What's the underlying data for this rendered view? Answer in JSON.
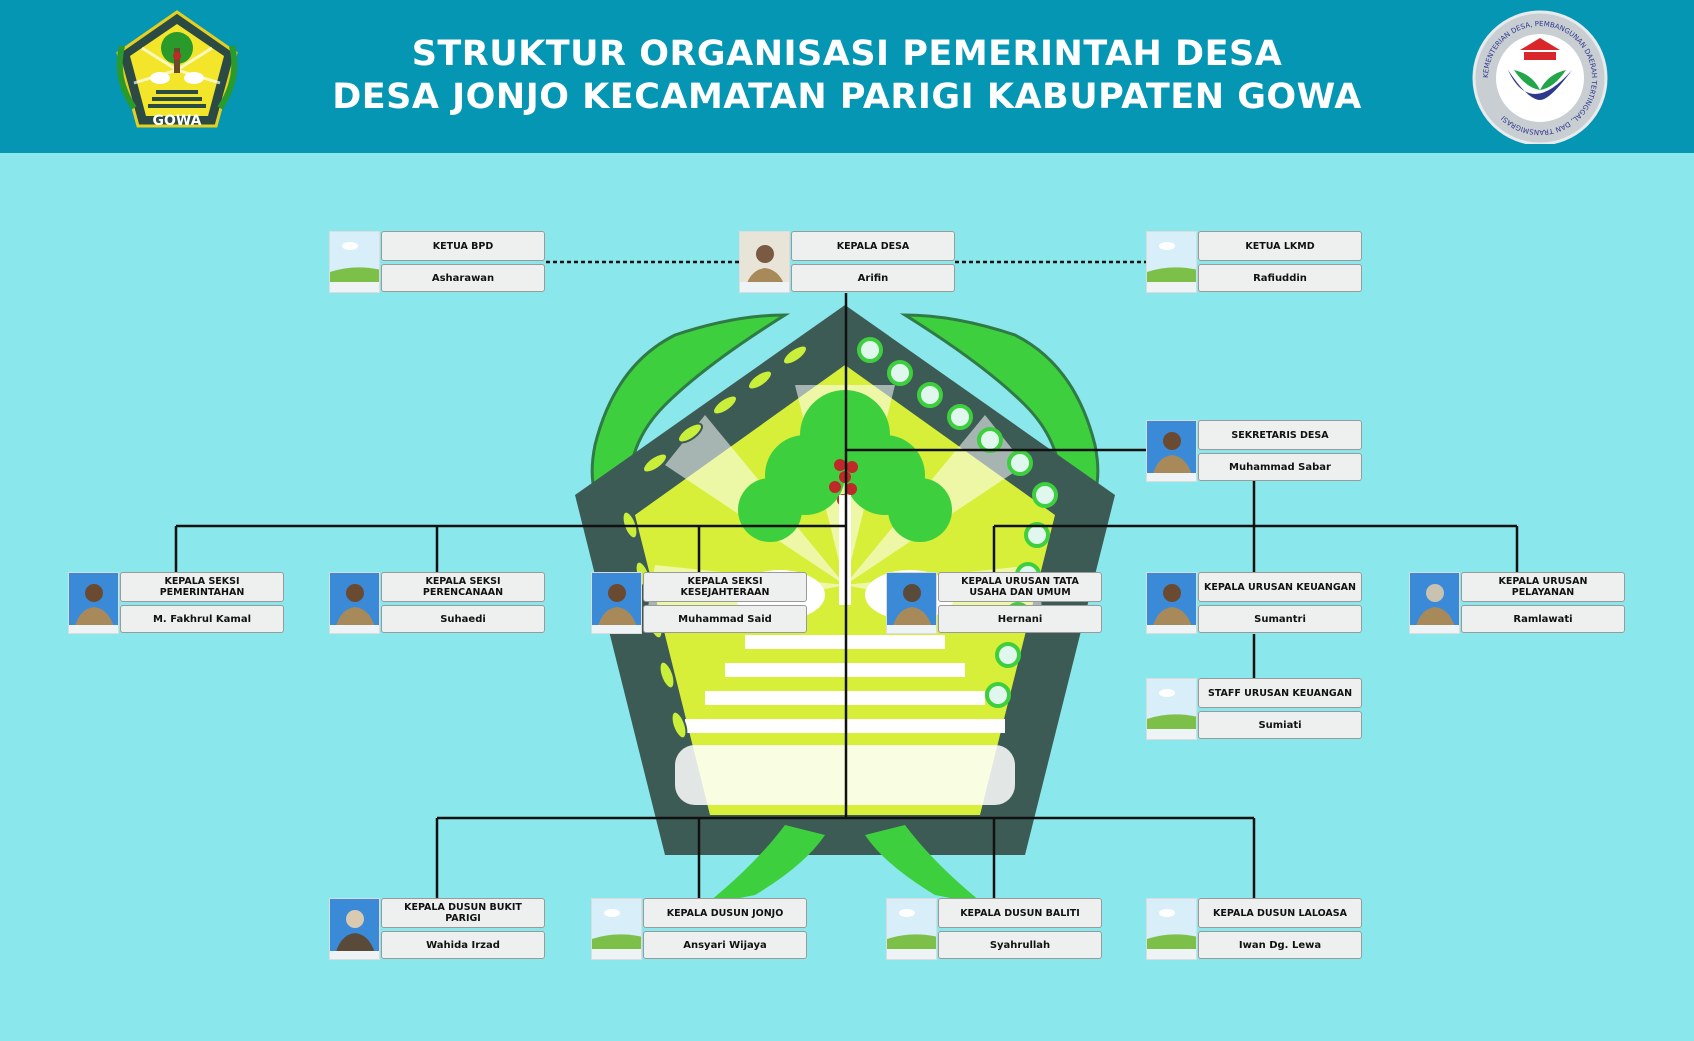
{
  "header": {
    "title_line1": "STRUKTUR ORGANISASI PEMERINTAH DESA",
    "title_line2": "DESA JONJO KECAMATAN PARIGI KABUPATEN GOWA",
    "logo_left_text": "GOWA",
    "logo_right_text": "KEMENTERIAN DESA, PEMBANGUNAN DAERAH TERTINGGAL, DAN TRANSMIGRASI"
  },
  "colors": {
    "header_bg": "#0596b4",
    "page_bg": "#8ae8ec",
    "card_bg": "#eef0f0",
    "emblem_green": "#3ecf3e",
    "emblem_dark": "#3d5b55",
    "emblem_yellow": "#d8ef3a"
  },
  "cards": {
    "ketua_bpd": {
      "position": "KETUA BPD",
      "name": "Asharawan",
      "photo": "placeholder-landscape"
    },
    "kepala_desa": {
      "position": "KEPALA DESA",
      "name": "Arifin",
      "photo": "person-photo"
    },
    "ketua_lkmd": {
      "position": "KETUA LKMD",
      "name": "Rafiuddin",
      "photo": "placeholder-landscape"
    },
    "sekretaris": {
      "position": "SEKRETARIS DESA",
      "name": "Muhammad Sabar",
      "photo": "person-photo"
    },
    "kasi_pemerintahan": {
      "position": "KEPALA SEKSI PEMERINTAHAN",
      "name": "M. Fakhrul Kamal",
      "photo": "person-photo"
    },
    "kasi_perencanaan": {
      "position": "KEPALA SEKSI PERENCANAAN",
      "name": "Suhaedi",
      "photo": "person-photo"
    },
    "kasi_kesejahteraan": {
      "position": "KEPALA SEKSI KESEJAHTERAAN",
      "name": "Muhammad Said",
      "photo": "person-photo"
    },
    "kaur_tu": {
      "position": "KEPALA URUSAN TATA USAHA DAN UMUM",
      "name": "Hernani",
      "photo": "person-photo"
    },
    "kaur_keuangan": {
      "position": "KEPALA URUSAN KEUANGAN",
      "name": "Sumantri",
      "photo": "person-photo"
    },
    "kaur_pelayanan": {
      "position": "KEPALA URUSAN PELAYANAN",
      "name": "Ramlawati",
      "photo": "person-photo"
    },
    "staff_keuangan": {
      "position": "STAFF URUSAN KEUANGAN",
      "name": "Sumiati",
      "photo": "placeholder-landscape"
    },
    "kadus_bukit": {
      "position": "KEPALA DUSUN BUKIT PARIGI",
      "name": "Wahida Irzad",
      "photo": "person-photo"
    },
    "kadus_jonjo": {
      "position": "KEPALA DUSUN JONJO",
      "name": "Ansyari Wijaya",
      "photo": "placeholder-landscape"
    },
    "kadus_baliti": {
      "position": "KEPALA DUSUN BALITI",
      "name": "Syahrullah",
      "photo": "placeholder-landscape"
    },
    "kadus_laloasa": {
      "position": "KEPALA DUSUN LALOASA",
      "name": "Iwan Dg. Lewa",
      "photo": "placeholder-landscape"
    }
  }
}
